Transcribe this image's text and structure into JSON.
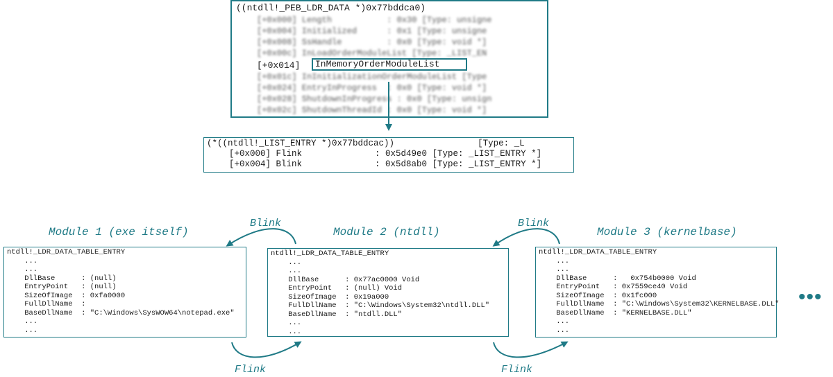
{
  "peb": {
    "title": "((ntdll!_PEB_LDR_DATA *)0x77bddca0)",
    "blurred_top": [
      "[+0x000] Length           : 0x30 [Type: unsigne",
      "[+0x004] Initialized      : 0x1 [Type: unsigne",
      "[+0x008] SsHandle         : 0x0 [Type: void *]",
      "[+0x00c] InLoadOrderModuleList [Type: _LIST_EN"
    ],
    "selected_offset": "[+0x014]",
    "selected_field": "InMemoryOrderModuleList",
    "blurred_bottom": [
      "[+0x01c] InInitializationOrderModuleList [Type",
      "[+0x024] EntryInProgress  : 0x0 [Type: void *]",
      "[+0x028] ShutdownInProgress : 0x0 [Type: unsign",
      "[+0x02c] ShutdownThreadId : 0x0 [Type: void *]"
    ]
  },
  "list_entry": {
    "title": "(*((ntdll!_LIST_ENTRY *)0x77bddcac))                [Type: _L",
    "flink": "[+0x000] Flink              : 0x5d49e0 [Type: _LIST_ENTRY *]",
    "blink": "[+0x004] Blink              : 0x5d8ab0 [Type: _LIST_ENTRY *]"
  },
  "modules": [
    {
      "title": "Module 1 (exe itself)",
      "lines": [
        "ntdll!_LDR_DATA_TABLE_ENTRY",
        "    ...",
        "    ...",
        "    DllBase      : (null)",
        "    EntryPoint   : (null)",
        "    SizeOfImage  : 0xfa0000",
        "    FullDllName  :",
        "    BaseDllName  : \"C:\\Windows\\SysWOW64\\notepad.exe\"",
        "    ...",
        "    ..."
      ]
    },
    {
      "title": "Module 2 (ntdll)",
      "lines": [
        "ntdll!_LDR_DATA_TABLE_ENTRY",
        "    ...",
        "    ...",
        "    DllBase      : 0x77ac0000 Void",
        "    EntryPoint   : (null) Void",
        "    SizeOfImage  : 0x19a000",
        "    FullDllName  : \"C:\\Windows\\System32\\ntdll.DLL\"",
        "    BaseDllName  : \"ntdll.DLL\"",
        "    ...",
        "    ..."
      ]
    },
    {
      "title": "Module 3 (kernelbase)",
      "lines": [
        "ntdll!_LDR_DATA_TABLE_ENTRY",
        "    ...",
        "    ...",
        "    DllBase      :   0x754b0000 Void",
        "    EntryPoint   : 0x7559ce40 Void",
        "    SizeOfImage  : 0x1fc000",
        "    FullDllName  : \"C:\\Windows\\System32\\KERNELBASE.DLL\"",
        "    BaseDllName  : \"KERNELBASE.DLL\"",
        "    ...",
        "    ..."
      ]
    }
  ],
  "arrows": {
    "blink_1": "Blink",
    "blink_2": "Blink",
    "flink_1": "Flink",
    "flink_2": "Flink"
  },
  "continuation": "•••",
  "colors": {
    "accent": "#1f7a86"
  }
}
